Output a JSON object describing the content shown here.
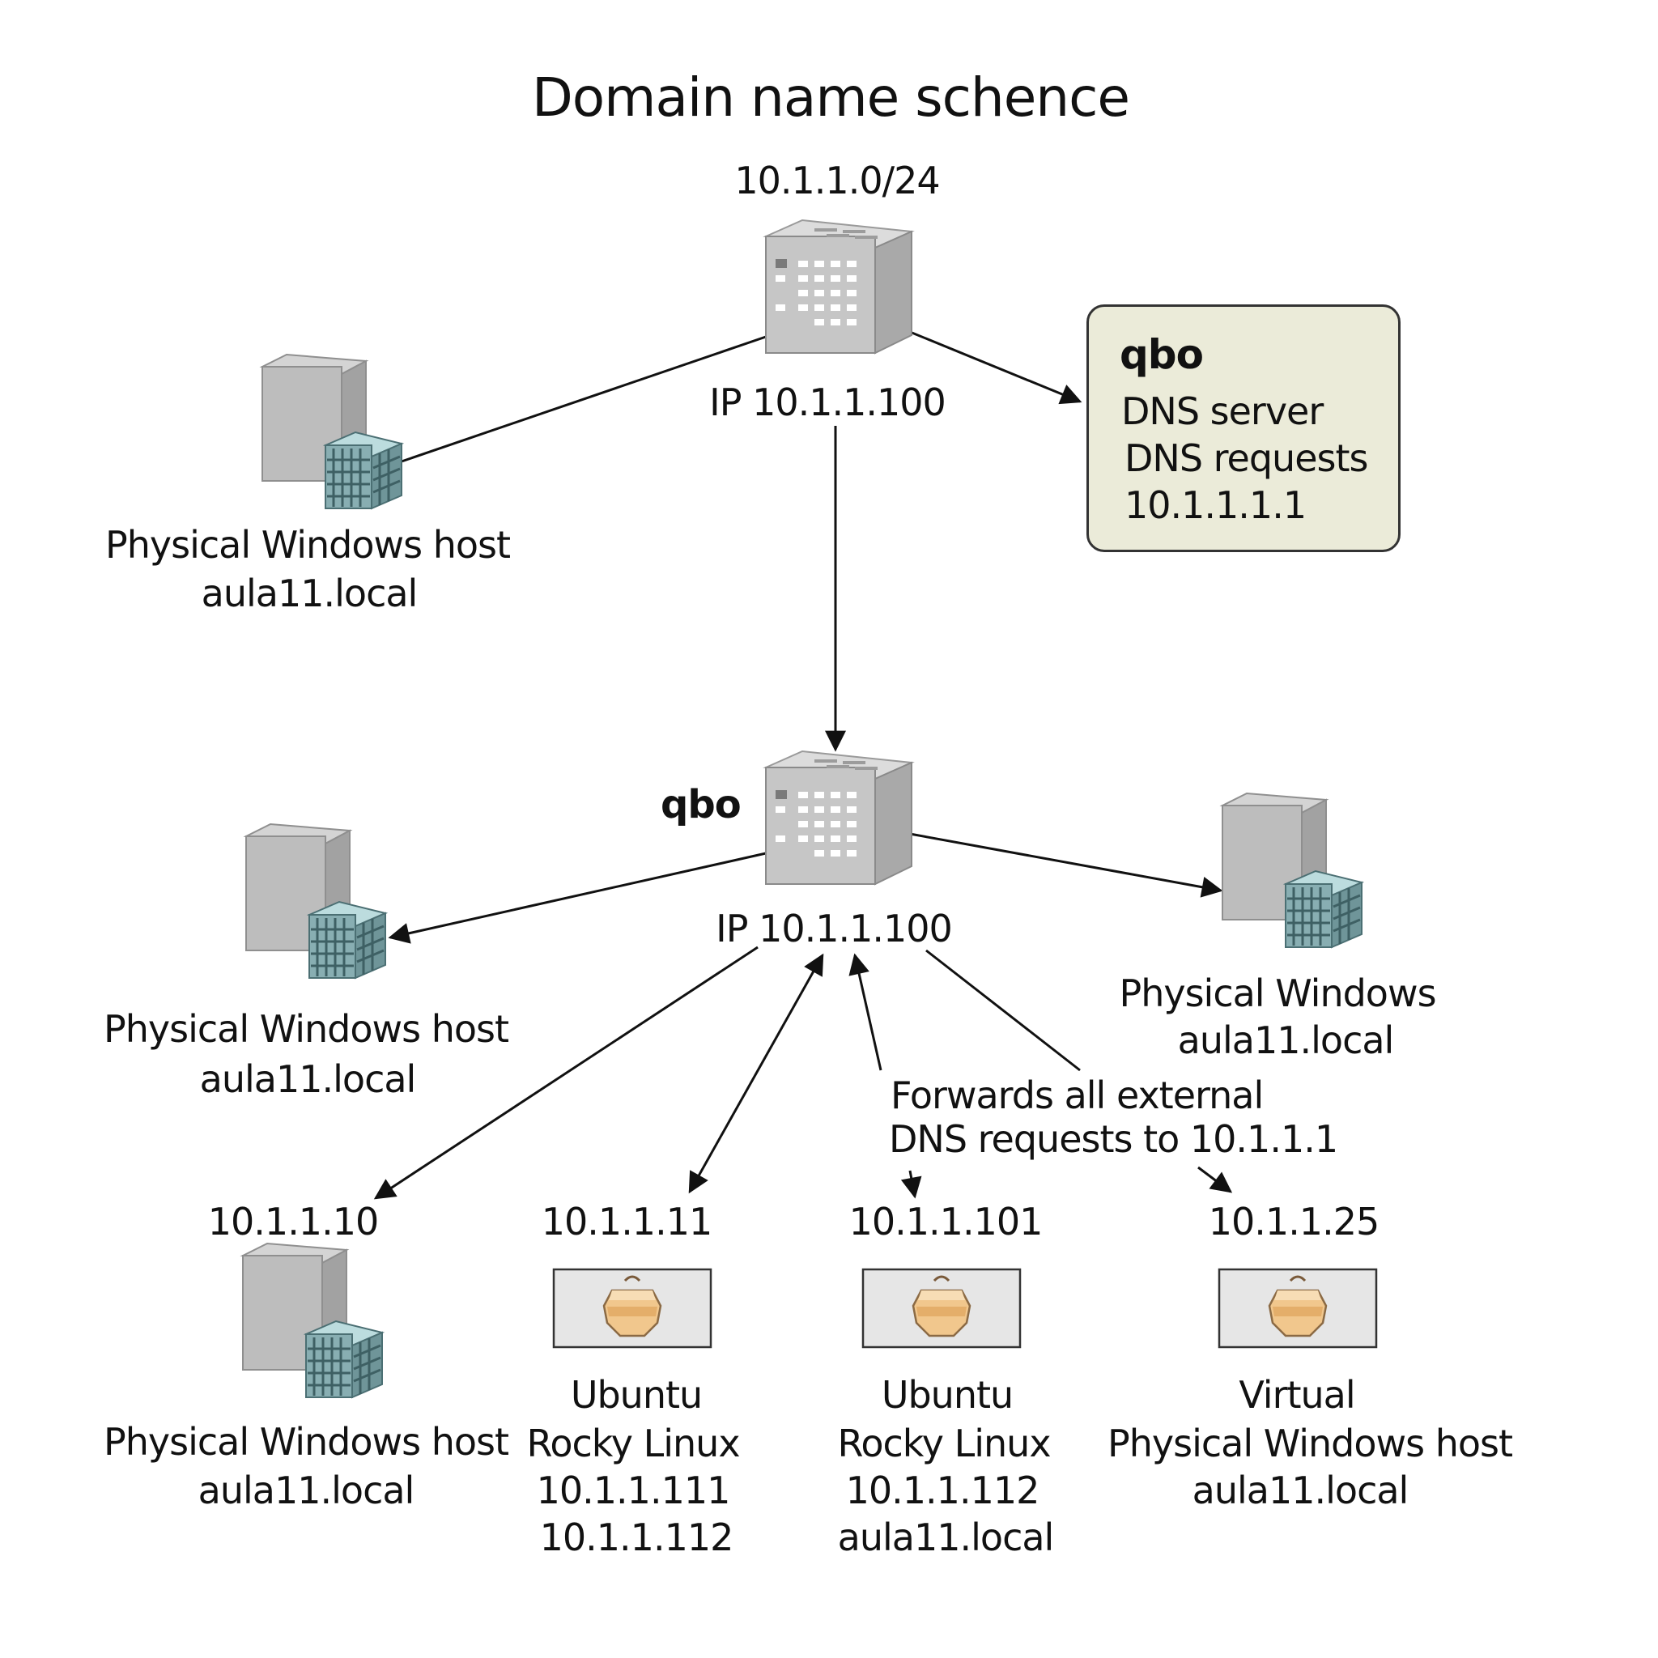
{
  "title": "Domain name schence",
  "top_server": {
    "subnet": "10.1.1.0/24",
    "ip": "IP 10.1.1.100",
    "icon": "server-rack-icon"
  },
  "info_box": {
    "name": "qbo",
    "line1": "DNS server",
    "line2": "DNS requests",
    "line3": "10.1.1.1.1",
    "fill": "#ebebd9"
  },
  "host_top_left": {
    "line1": "Physical Windows host",
    "line2": "aula11.local",
    "icon": "windows-host-icon"
  },
  "mid_server": {
    "name": "qbo",
    "ip": "IP 10.1.1.100",
    "icon": "server-rack-icon"
  },
  "host_mid_left": {
    "line1": "Physical Windows host",
    "line2": "aula11.local",
    "icon": "windows-host-icon"
  },
  "host_mid_right": {
    "line1": "Physical Windows",
    "line2": "aula11.local",
    "icon": "windows-host-icon"
  },
  "forward_note": {
    "line1": "Forwards all external",
    "line2": "DNS requests to 10.1.1.1"
  },
  "bottom_nodes": [
    {
      "ip": "10.1.1.10",
      "icon": "windows-host-icon",
      "lines": [
        "Physical Windows host",
        "aula11.local"
      ]
    },
    {
      "ip": "10.1.1.11",
      "icon": "linux-vm-icon",
      "lines": [
        "Ubuntu",
        "Rocky Linux",
        "10.1.1.111",
        "10.1.1.112"
      ]
    },
    {
      "ip": "10.1.1.101",
      "icon": "linux-vm-icon",
      "lines": [
        "Ubuntu",
        "Rocky Linux",
        "10.1.1.112",
        "aula11.local"
      ]
    },
    {
      "ip": "10.1.1.25",
      "icon": "linux-vm-icon",
      "lines": [
        "Virtual",
        "Physical Windows host",
        "aula11.local"
      ]
    }
  ]
}
